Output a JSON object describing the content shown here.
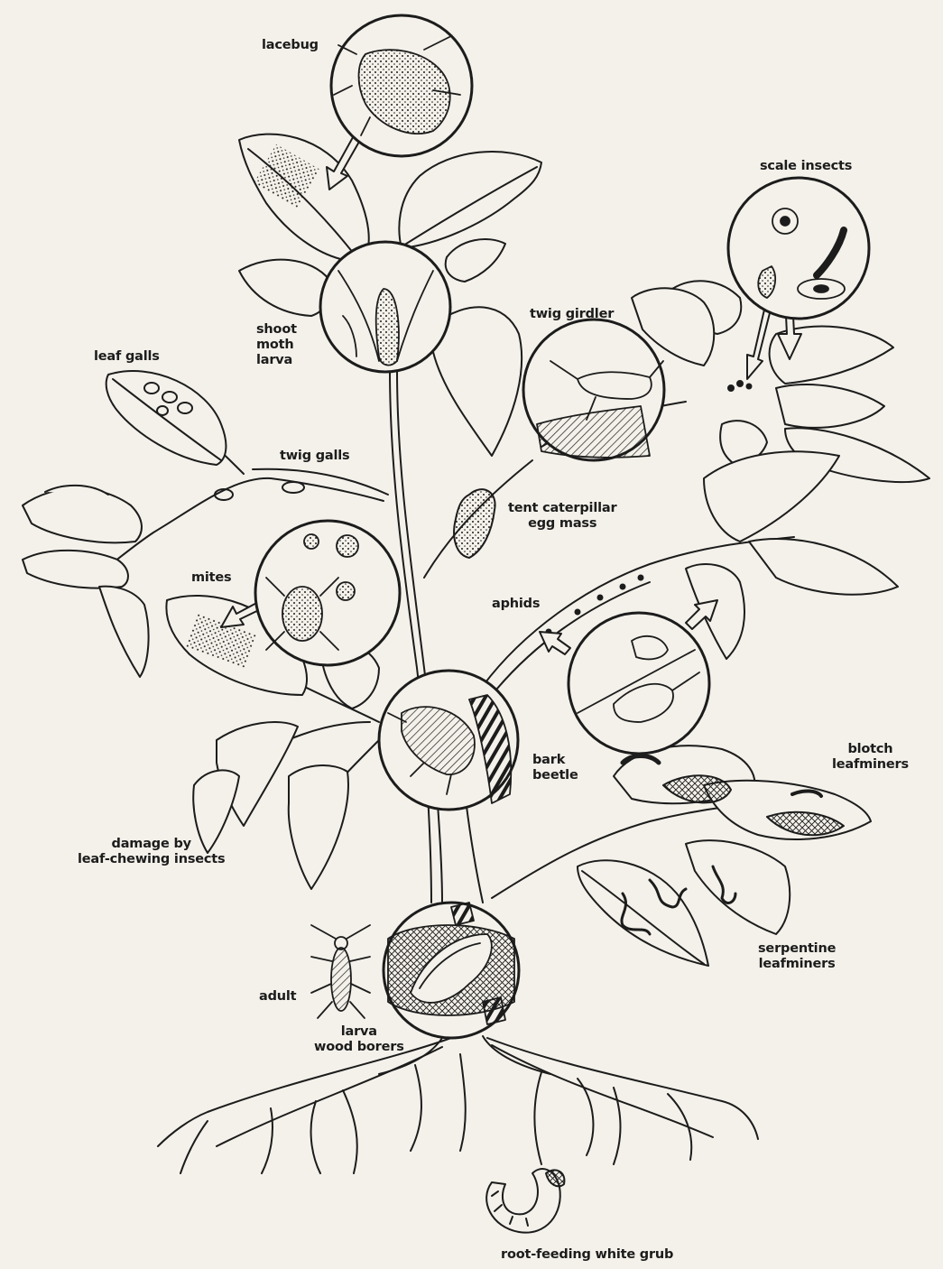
{
  "labels": {
    "lacebug": "lacebug",
    "scale_insects": "scale insects",
    "shoot_moth_larva": "shoot\nmoth\nlarva",
    "twig_girdler": "twig girdler",
    "leaf_galls": "leaf galls",
    "twig_galls": "twig galls",
    "tent_caterpillar_egg_mass": "tent caterpillar\negg mass",
    "mites": "mites",
    "aphids": "aphids",
    "bark_beetle": "bark\nbeetle",
    "blotch_leafminers": "blotch\nleafminers",
    "damage_by_leaf_chewing": "damage by\nleaf-chewing insects",
    "serpentine_leafminers": "serpentine\nleafminers",
    "adult": "adult",
    "larva_wood_borers": "larva\nwood borers",
    "root_feeding_white_grub": "root-feeding white grub"
  },
  "colors": {
    "background": "#f4f1ea",
    "ink": "#1c1c1c"
  }
}
